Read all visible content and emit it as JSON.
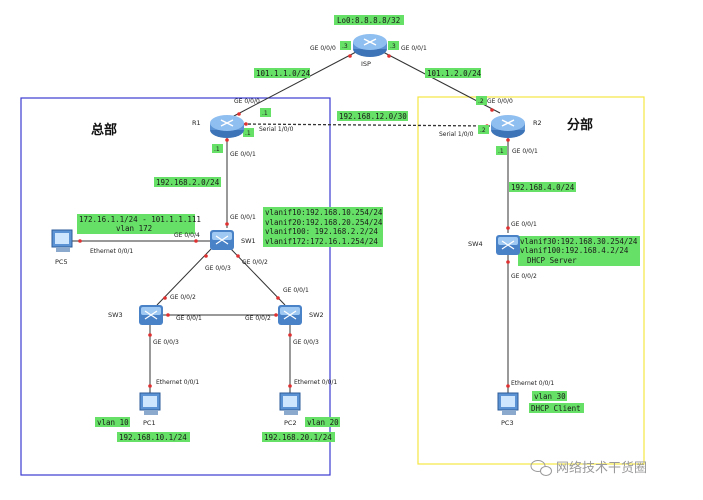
{
  "zones": {
    "hq": "总部",
    "branch": "分部"
  },
  "devices": {
    "isp": "ISP",
    "r1": "R1",
    "r2": "R2",
    "sw1": "SW1",
    "sw2": "SW2",
    "sw3": "SW3",
    "sw4": "SW4",
    "pc1": "PC1",
    "pc2": "PC2",
    "pc3": "PC3",
    "pc5": "PC5"
  },
  "labels": {
    "loopback": "Lo0:8.8.8.8/32",
    "isp_r1_net": "101.1.1.0/24",
    "isp_r2_net": "101.1.2.0/24",
    "r1_r2_net": "192.168.12.0/30",
    "r1_sw1_net": "192.168.2.0/24",
    "r2_sw4_net": "192.168.4.0/24",
    "pc5_info_1": "172.16.1.1/24 - 101.1.1.111",
    "pc5_info_2": "vlan 172",
    "sw1_info": [
      "vlanif10:192.168.10.254/24",
      "vlanif20:192.168.20.254/24",
      "vlanif100: 192.168.2.2/24",
      "vlanif172:172.16.1.254/24"
    ],
    "sw4_info": [
      "vlanif30:192.168.30.254/24",
      "vlanif100:192.168.4.2/24",
      "DHCP Server"
    ],
    "pc1_vlan": "vlan 10",
    "pc1_ip": "192.168.10.1/24",
    "pc2_vlan": "vlan 20",
    "pc2_ip": "192.168.20.1/24",
    "pc3_vlan": "vlan 30",
    "pc3_dhcp": "DHCP Client"
  },
  "ports": {
    "isp_ge000": "GE 0/0/0",
    "isp_ge001": "GE 0/0/1",
    "isp_dot3a": ".3",
    "isp_dot3b": ".3",
    "r1_ge000": "GE 0/0/0",
    "r1_dot1a": ".1",
    "r1_serial": "Serial 1/0/0",
    "r1_dot1b": ".1",
    "r1_dot1c": ".1",
    "r1_ge001": "GE 0/0/1",
    "r2_ge000": "GE 0/0/0",
    "r2_dot2a": ".2",
    "r2_serial": "Serial 1/0/0",
    "r2_dot2b": ".2",
    "r2_dot1": ".1",
    "r2_ge001": "GE 0/0/1",
    "sw1_ge001": "GE 0/0/1",
    "sw1_ge004": "GE 0/0/4",
    "sw1_ge003": "GE 0/0/3",
    "sw1_ge002": "GE 0/0/2",
    "pc5_eth": "Ethernet 0/0/1",
    "sw3_ge002": "GE 0/0/2",
    "sw3_ge001": "GE 0/0/1",
    "sw3_ge003": "GE 0/0/3",
    "sw2_ge001": "GE 0/0/1",
    "sw2_ge002": "GE 0/0/2",
    "sw2_ge003": "GE 0/0/3",
    "pc1_eth": "Ethernet 0/0/1",
    "pc2_eth": "Ethernet 0/0/1",
    "sw4_ge001": "GE 0/0/1",
    "sw4_ge002": "GE 0/0/2",
    "pc3_eth": "Ethernet 0/0/1"
  },
  "watermark": "网络技术干货圈",
  "colors": {
    "label_bg": "#66e066",
    "hq_border": "#3b3bd0",
    "branch_border": "#f5e642",
    "link": "#333333",
    "port_dot": "#e03030"
  }
}
